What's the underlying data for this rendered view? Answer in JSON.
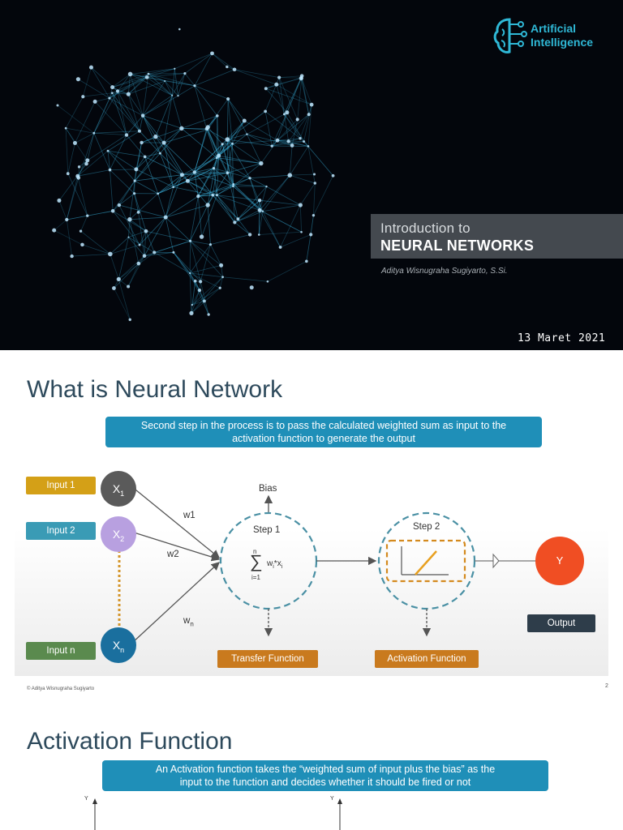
{
  "slide1": {
    "brand": {
      "line1": "Artificial",
      "line2": "Intelligence"
    },
    "title_prefix": "Introduction to",
    "title_main": "NEURAL NETWORKS",
    "author": "Aditya Wisnugraha Sugiyarto, S.Si.",
    "date": "13 Maret 2021",
    "colors": {
      "background": "#03060c",
      "network": "#3ab4e0",
      "brand": "#2fb8d6"
    }
  },
  "slide2": {
    "title": "What is Neural Network",
    "banner": {
      "line1": "Second step in the process is to pass the calculated weighted sum as input to the",
      "line2": "activation function to generate the output"
    },
    "inputs": [
      {
        "label": "Input 1",
        "color": "#d4a017"
      },
      {
        "label": "Input 2",
        "color": "#3a9bb5"
      },
      {
        "label": "Input n",
        "color": "#5a8a4e"
      }
    ],
    "nodes": [
      {
        "symbol": "X",
        "sub": "1",
        "color": "#5a5a5a"
      },
      {
        "symbol": "X",
        "sub": "2",
        "color": "#b8a0e0"
      },
      {
        "symbol": "X",
        "sub": "n",
        "color": "#1a6f9e"
      }
    ],
    "weights": {
      "w1": "w1",
      "w2": "w2",
      "wn_main": "w",
      "wn_sub": "n"
    },
    "bias": "Bias",
    "step1": {
      "label": "Step 1",
      "sigma": "∑",
      "upper": "n",
      "lower": "i=1",
      "term": "w",
      "term_sub_i": "i",
      "term_mid": "*x",
      "term_sub_i2": "i"
    },
    "step2": {
      "label": "Step 2"
    },
    "output_node": "Y",
    "output_label": "Output",
    "transfer_function": "Transfer Function",
    "activation_function": "Activation Function",
    "footer_left": "© Aditya Wisnugraha Sugiyarto",
    "page_number": "2"
  },
  "slide3": {
    "title": "Activation Function",
    "banner": {
      "line1": "An Activation function takes the “weighted sum of input plus the bias” as the",
      "line2": "input to the function and decides whether it should be fired or not"
    },
    "axis_y1": "Y",
    "axis_y2": "Y"
  }
}
